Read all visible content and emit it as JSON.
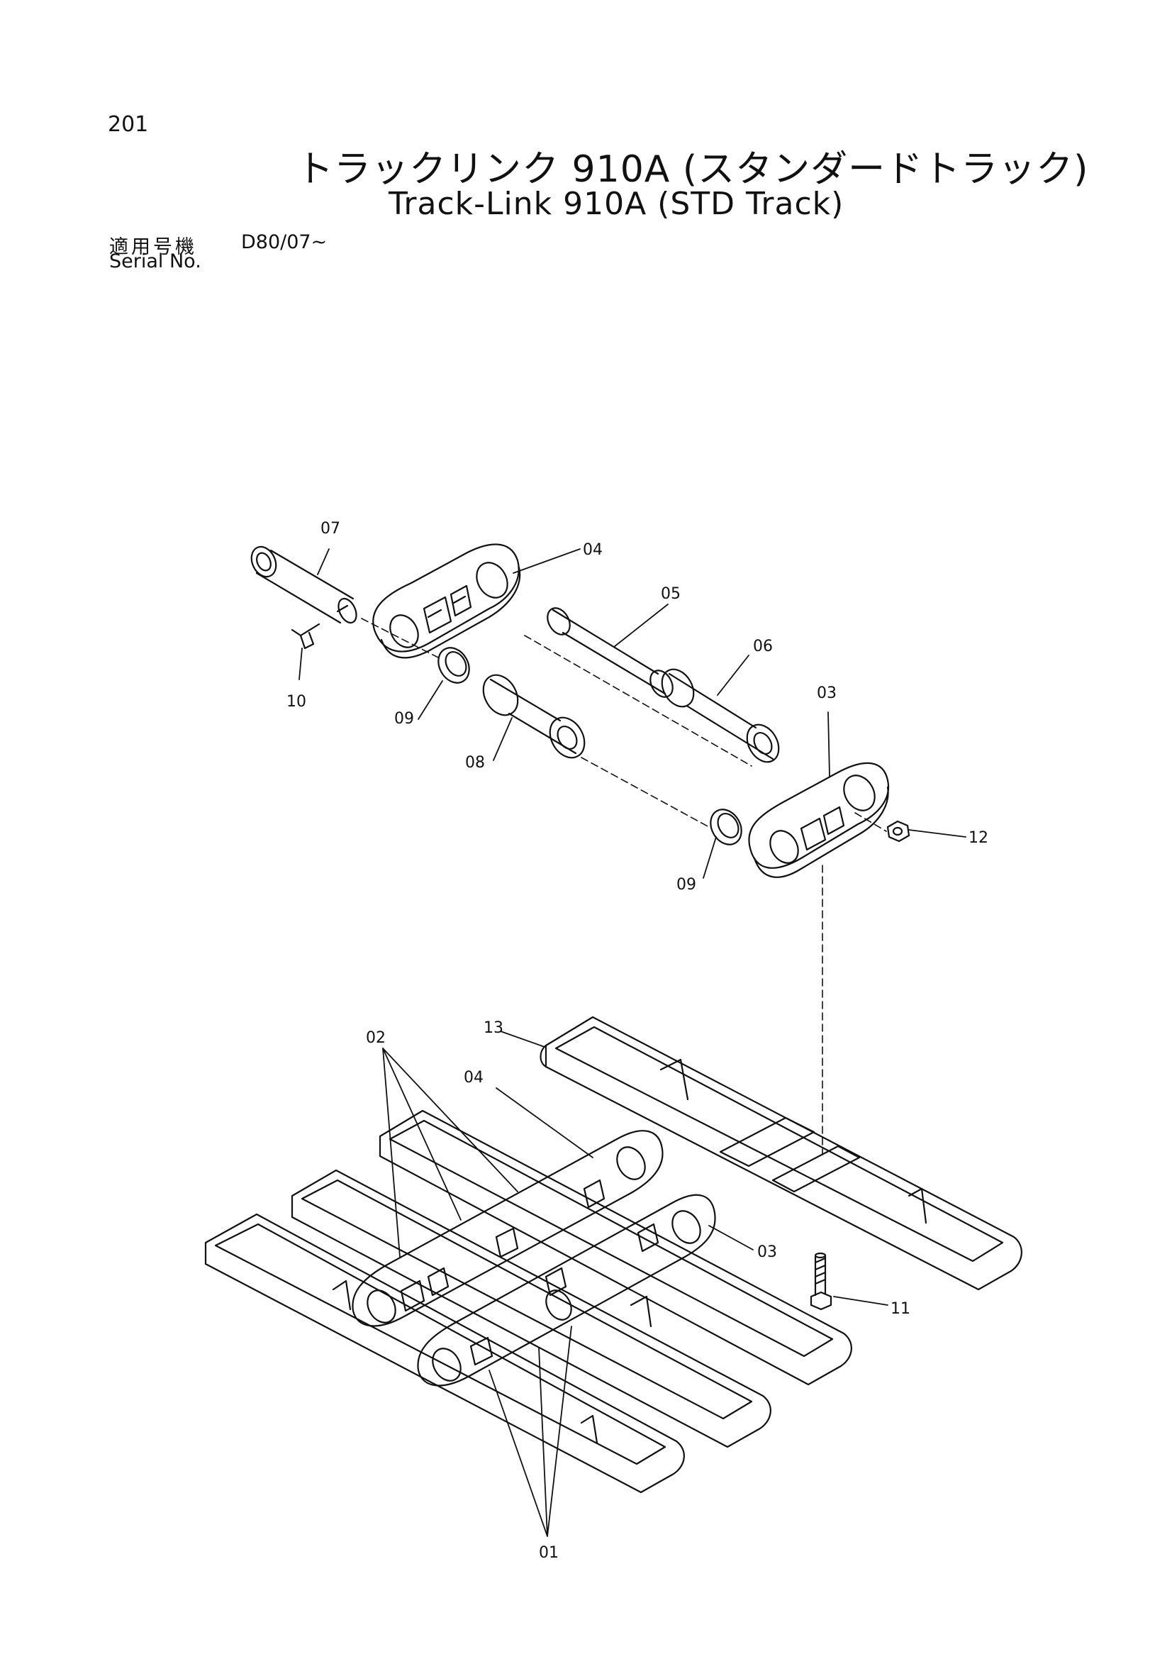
{
  "header": {
    "page_number": "201",
    "title_ja": "トラックリンク 910A (スタンダードトラック)",
    "title_en": "Track-Link 910A (STD Track)",
    "serial_label_ja": "適用号機",
    "serial_value": "D80/07~",
    "serial_label_en": "Serial No."
  },
  "callouts": {
    "c01": "01",
    "c02": "02",
    "c03a": "03",
    "c03b": "03",
    "c04a": "04",
    "c04b": "04",
    "c05": "05",
    "c06": "06",
    "c07": "07",
    "c08": "08",
    "c09a": "09",
    "c09b": "09",
    "c10": "10",
    "c11": "11",
    "c12": "12",
    "c13": "13"
  }
}
